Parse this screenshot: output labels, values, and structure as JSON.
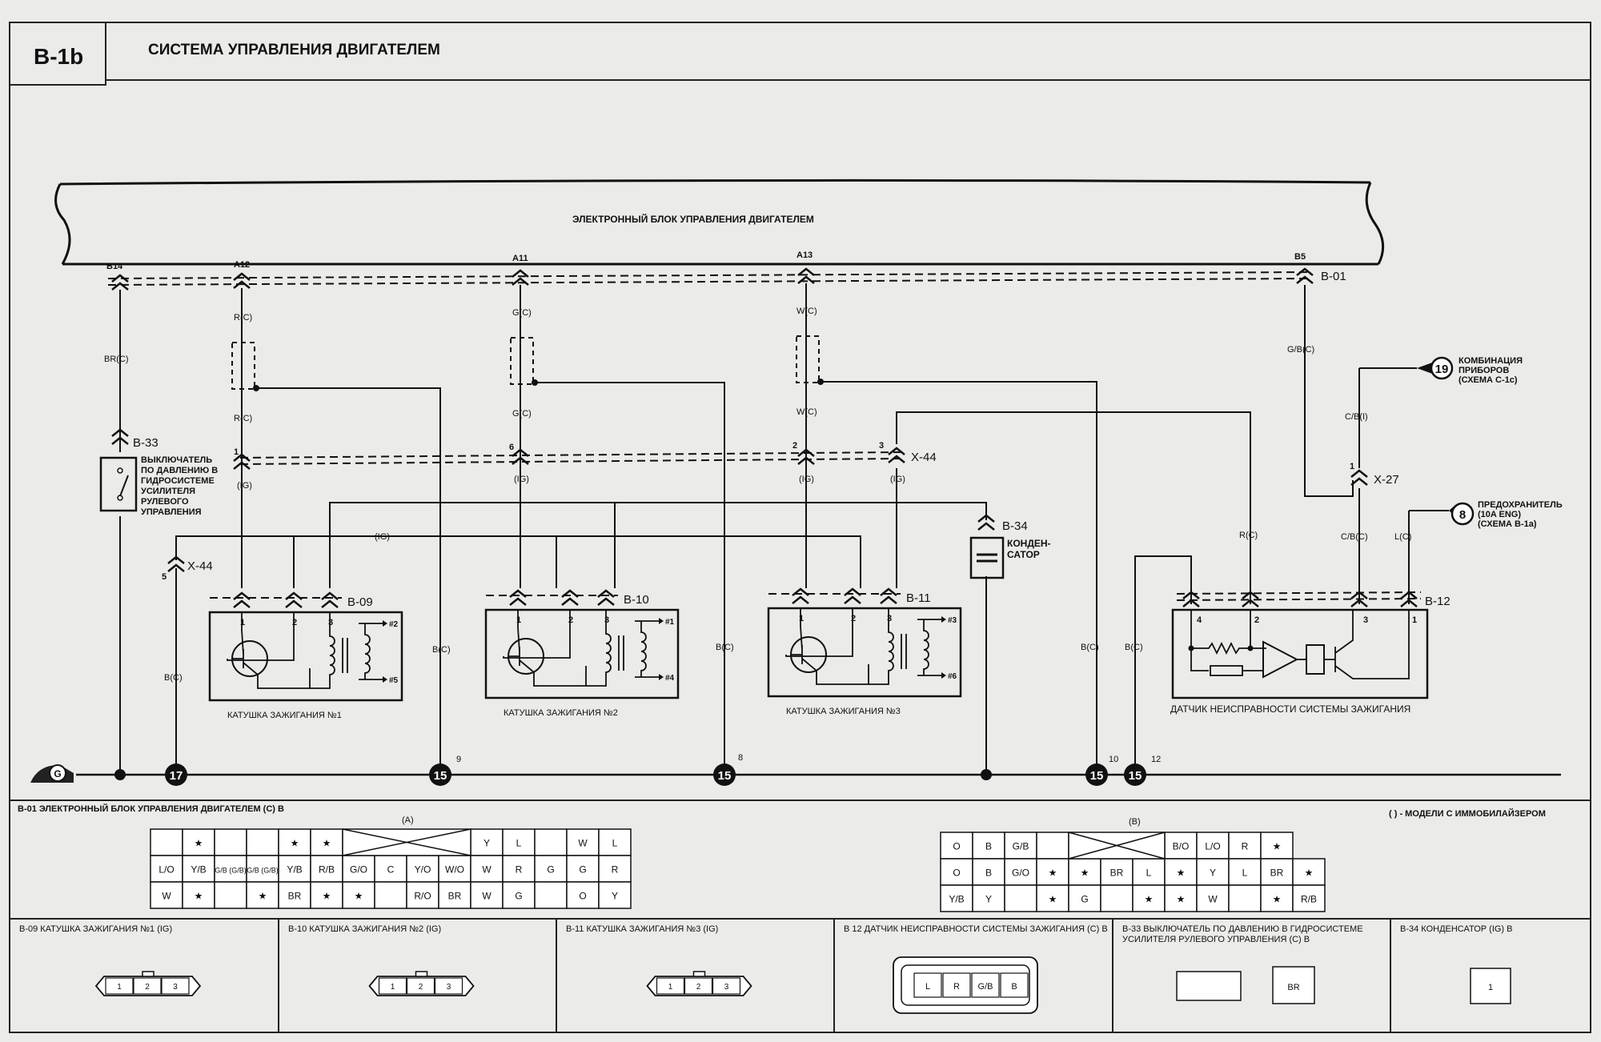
{
  "header": {
    "code": "B-1b",
    "title": "СИСТЕМА УПРАВЛЕНИЯ ДВИГАТЕЛЕМ"
  },
  "ecu": {
    "label": "ЭЛЕКТРОННЫЙ БЛОК УПРАВЛЕНИЯ ДВИГАТЕЛЕМ",
    "connector": "B-01",
    "pins": [
      "B14",
      "A12",
      "A11",
      "A13",
      "B5"
    ]
  },
  "wires": {
    "br": "BR(C)",
    "r": "R(C)",
    "g": "G(C)",
    "w": "W(C)",
    "gb": "G/B(C)",
    "gb_i": "C/B(I)",
    "gb_c": "C/B(C)",
    "l": "L(C)",
    "ig": "(IG)",
    "b": "B(C)",
    "r2": "R(C)"
  },
  "connectors": {
    "b33": "B-33",
    "x44": "X-44",
    "x27": "X-27",
    "b34": "B-34",
    "b09": "B-09",
    "b10": "B-10",
    "b11": "B-11",
    "b12": "B-12"
  },
  "pin_numbers": {
    "one": "1",
    "two": "2",
    "three": "3",
    "four": "4",
    "five": "5",
    "six": "6",
    "g9": "9",
    "g8": "8",
    "g10": "10",
    "g12": "12"
  },
  "switch_label": [
    "ВЫКЛЮЧАТЕЛЬ",
    "ПО ДАВЛЕНИЮ В",
    "ГИДРОСИСТЕМЕ",
    "УСИЛИТЕЛЯ",
    "РУЛЕВОГО",
    "УПРАВЛЕНИЯ"
  ],
  "capacitor_label": [
    "КОНДЕН-",
    "САТОР"
  ],
  "coils": [
    "КАТУШКА ЗАЖИГАНИЯ №1",
    "КАТУШКА ЗАЖИГАНИЯ №2",
    "КАТУШКА ЗАЖИГАНИЯ №3"
  ],
  "coil_outputs": {
    "c1": [
      "#2",
      "#5"
    ],
    "c2": [
      "#1",
      "#4"
    ],
    "c3": [
      "#3",
      "#6"
    ]
  },
  "sensor_label": "ДАТЧИК НЕИСПРАВНОСТИ СИСТЕМЫ ЗАЖИГАНИЯ",
  "refs": {
    "r19": {
      "num": "19",
      "lines": [
        "КОМБИНАЦИЯ",
        "ПРИБОРОВ",
        "(СХЕМА C-1c)"
      ]
    },
    "r8": {
      "num": "8",
      "lines": [
        "ПРЕДОХРАНИТЕЛЬ",
        "(10A ENG)",
        "(СХЕМА B-1a)"
      ]
    }
  },
  "grounds": {
    "g17": "17",
    "g15": "15",
    "gc": "G"
  },
  "connector_panel": {
    "title": "B-01 ЭЛЕКТРОННЫЙ БЛОК УПРАВЛЕНИЯ ДВИГАТЕЛЕМ (C) B",
    "note": "( ) - МОДЕЛИ С ИММОБИЛАЙЗЕРОМ",
    "a_label": "(A)",
    "b_label": "(B)"
  },
  "connector_a": {
    "row1": [
      "",
      "★",
      "",
      "",
      "★",
      "★",
      "",
      "",
      "",
      "",
      "Y",
      "L",
      "",
      "W",
      "L"
    ],
    "row2": [
      "L/O",
      "Y/B",
      "G/B (G/B)",
      "G/B (G/B)",
      "Y/B",
      "R/B",
      "G/O",
      "C",
      "Y/O",
      "W/O",
      "W",
      "R",
      "G",
      "G",
      "R"
    ],
    "row3": [
      "W",
      "★",
      "",
      "★",
      "BR",
      "★",
      "★",
      "",
      "R/O",
      "BR",
      "W",
      "G",
      "",
      "O",
      "Y"
    ]
  },
  "connector_b": {
    "row1": [
      "O",
      "B",
      "G/B",
      "",
      "",
      "",
      "",
      "B/O",
      "L/O",
      "R",
      "★"
    ],
    "row2": [
      "O",
      "B",
      "G/O",
      "★",
      "★",
      "BR",
      "L",
      "★",
      "Y",
      "L",
      "BR",
      "★"
    ],
    "row3": [
      "Y/B",
      "Y",
      "",
      "★",
      "G",
      "",
      "★",
      "★",
      "W",
      "",
      "★",
      "R/B"
    ]
  },
  "bottom_panels": [
    {
      "title": "B-09 КАТУШКА ЗАЖИГАНИЯ №1 (IG)",
      "pins": [
        "1",
        "2",
        "3"
      ]
    },
    {
      "title": "B-10 КАТУШКА ЗАЖИГАНИЯ №2 (IG)",
      "pins": [
        "1",
        "2",
        "3"
      ]
    },
    {
      "title": "B-11 КАТУШКА ЗАЖИГАНИЯ №3 (IG)",
      "pins": [
        "1",
        "2",
        "3"
      ]
    },
    {
      "title": "B 12 ДАТЧИК НЕИСПРАВНОСТИ СИСТЕМЫ ЗАЖИГАНИЯ (C) B",
      "pins": [
        "L",
        "R",
        "G/B",
        "B"
      ]
    },
    {
      "title": "B-33 ВЫКЛЮЧАТЕЛЬ ПО ДАВЛЕНИЮ В ГИДРОСИСТЕМЕ УСИЛИТЕЛЯ РУЛЕВОГО УПРАВЛЕНИЯ (C) B",
      "pins": [
        "BR"
      ]
    },
    {
      "title": "B-34 КОНДЕНСАТОР (IG) B",
      "pins": [
        "1"
      ]
    }
  ]
}
